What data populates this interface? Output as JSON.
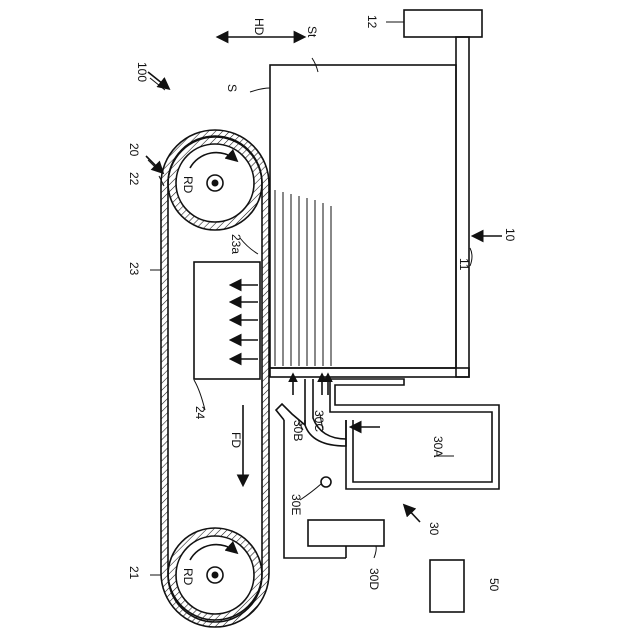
{
  "labels": {
    "device": "100",
    "stacker": "10",
    "tray": "11",
    "lift": "12",
    "sheets": "S",
    "stack_top": "St",
    "height_dir": "HD",
    "belt_unit": "20",
    "roller_front": "21",
    "roller_back": "22",
    "belt": "23",
    "belt_surface": "23a",
    "suction": "24",
    "feed_dir": "FD",
    "rotation_top": "RD",
    "rotation_bottom": "RD",
    "blower": "30",
    "blower_body": "30A",
    "nozzle_b": "30B",
    "nozzle_c": "30C",
    "blower_fan": "30D",
    "blower_part_e": "30E",
    "controller": "50"
  }
}
